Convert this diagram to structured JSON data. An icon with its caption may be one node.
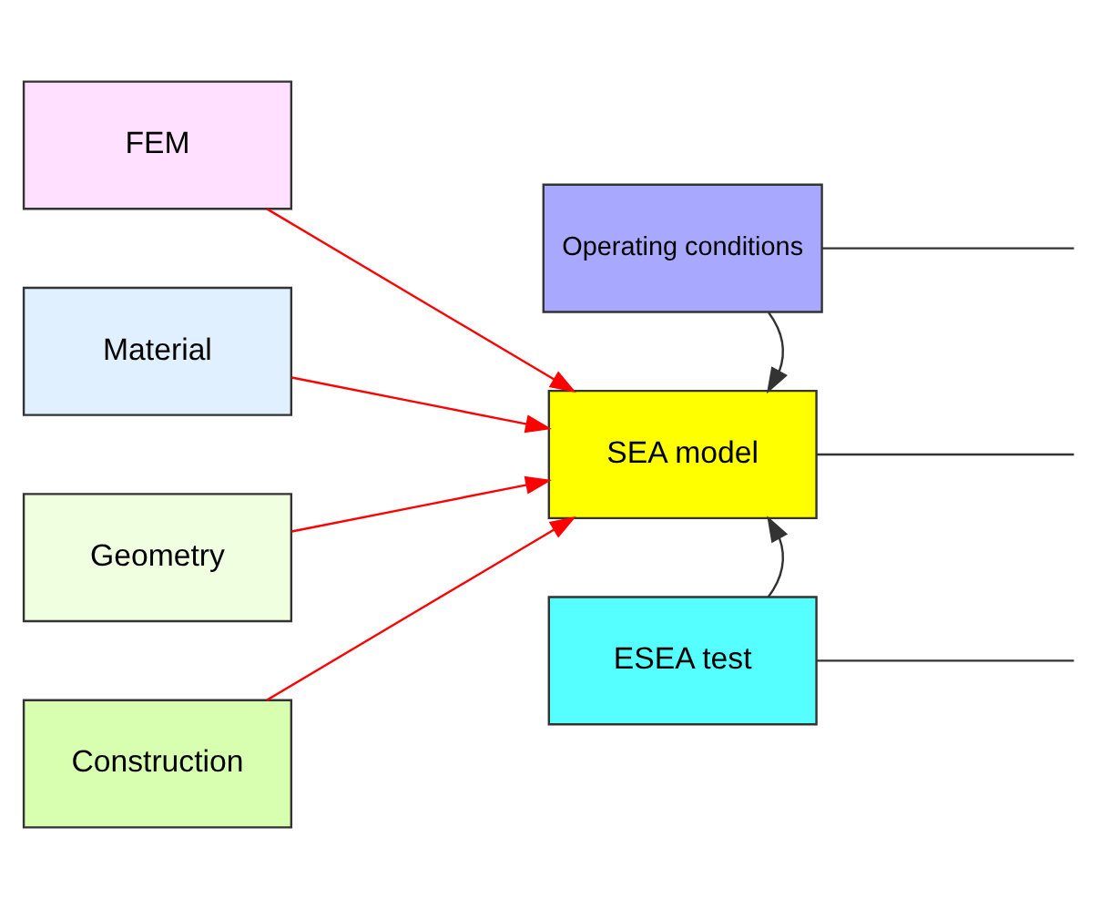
{
  "diagram": {
    "nodes": [
      {
        "text": [
          "FEM"
        ]
      },
      {
        "text": [
          "Material"
        ]
      },
      {
        "text": [
          "Geometry"
        ]
      },
      {
        "text": [
          "Construction"
        ]
      },
      {
        "text": [
          "Operating conditions"
        ]
      },
      {
        "text": [
          "SEA model"
        ]
      },
      {
        "text": [
          "ESEA test"
        ]
      }
    ],
    "edges": [
      {
        "from": 0,
        "to": 5,
        "arrow": "to",
        "color": "#ff0000"
      },
      {
        "from": 1,
        "to": 5,
        "arrow": "to",
        "color": "#ff0000"
      },
      {
        "from": 2,
        "to": 5,
        "arrow": "to",
        "color": "#ff0000"
      },
      {
        "from": 3,
        "to": 5,
        "arrow": "to",
        "color": "#ff0000"
      },
      {
        "from": 4,
        "to": 5,
        "arrow": "to"
      },
      {
        "from": 6,
        "to": 5,
        "arrow": "to"
      },
      {
        "from": 4,
        "to": null,
        "arrow": "none"
      },
      {
        "from": 5,
        "to": null,
        "arrow": "none"
      },
      {
        "from": 6,
        "to": null,
        "arrow": "none"
      }
    ]
  }
}
